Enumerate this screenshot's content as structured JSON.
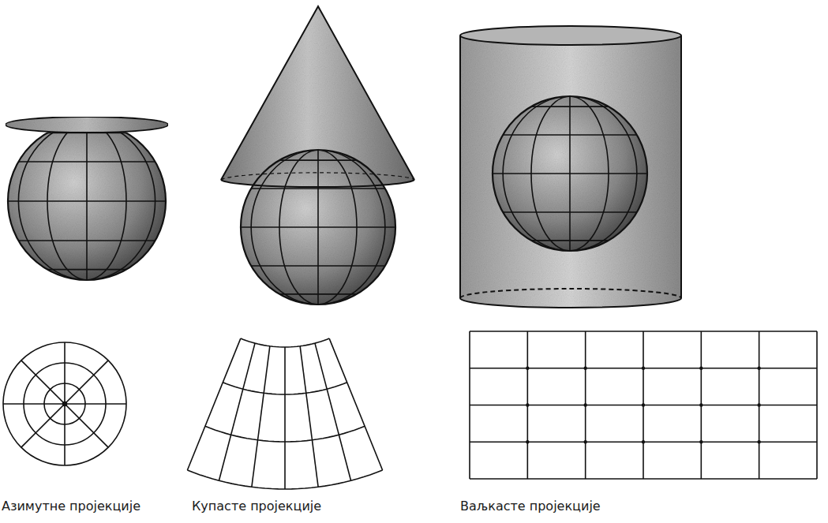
{
  "diagram": {
    "labels": [
      "Азимутне пројекције",
      "Купасте пројекције",
      "Ваљкасте пројекције"
    ]
  }
}
